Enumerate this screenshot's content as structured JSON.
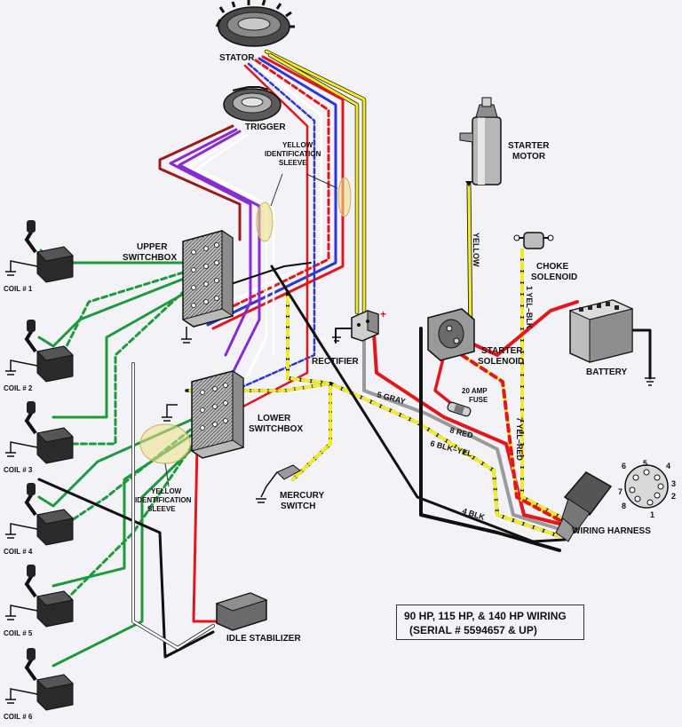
{
  "diagram": {
    "title_line1": "90 HP, 115 HP, & 140 HP WIRING",
    "title_line2": "(SERIAL # 5594657 & UP)",
    "components": {
      "stator": "STATOR",
      "trigger": "TRIGGER",
      "upper_switchbox_1": "UPPER",
      "upper_switchbox_2": "SWITCHBOX",
      "lower_switchbox_1": "LOWER",
      "lower_switchbox_2": "SWITCHBOX",
      "rectifier": "RECTIFIER",
      "starter_motor_1": "STARTER",
      "starter_motor_2": "MOTOR",
      "starter_solenoid_1": "STARTER",
      "starter_solenoid_2": "SOLENOID",
      "choke_solenoid_1": "CHOKE",
      "choke_solenoid_2": "SOLENOID",
      "battery": "BATTERY",
      "fuse_1": "20 AMP",
      "fuse_2": "FUSE",
      "mercury_switch_1": "MERCURY",
      "mercury_switch_2": "SWITCH",
      "idle_stabilizer": "IDLE STABILIZER",
      "wiring_harness": "WIRING HARNESS",
      "yellow_sleeve_top_1": "YELLOW",
      "yellow_sleeve_top_2": "IDENTIFICATION",
      "yellow_sleeve_top_3": "SLEEVE",
      "yellow_sleeve_bottom_1": "YELLOW",
      "yellow_sleeve_bottom_2": "IDENTIFICATION",
      "yellow_sleeve_bottom_3": "SLEEVE"
    },
    "coils": [
      "COIL # 1",
      "COIL # 2",
      "COIL # 3",
      "COIL # 4",
      "COIL # 5",
      "COIL # 6"
    ],
    "wire_labels": {
      "yellow": "YELLOW",
      "yel_blk": "1  YEL–BLK",
      "gray": "5  GRAY",
      "red": "8  RED",
      "blk_yel": "6  BLK–YEL",
      "blk": "4  BLK",
      "yel_red": "7  YEL–RED"
    },
    "harness_pins": [
      "5",
      "6",
      "4",
      "3",
      "2",
      "7",
      "8",
      "1"
    ],
    "colors": {
      "red": "#e3171b",
      "green": "#1d9a3c",
      "yellow": "#f2ea2a",
      "black": "#111111",
      "white": "#ffffff",
      "purple": "#8a2bd0",
      "blue": "#2b36d8",
      "gray": "#9a9a9a",
      "dark_red": "#9c1a1a",
      "sleeve": "#f0e08a"
    }
  }
}
